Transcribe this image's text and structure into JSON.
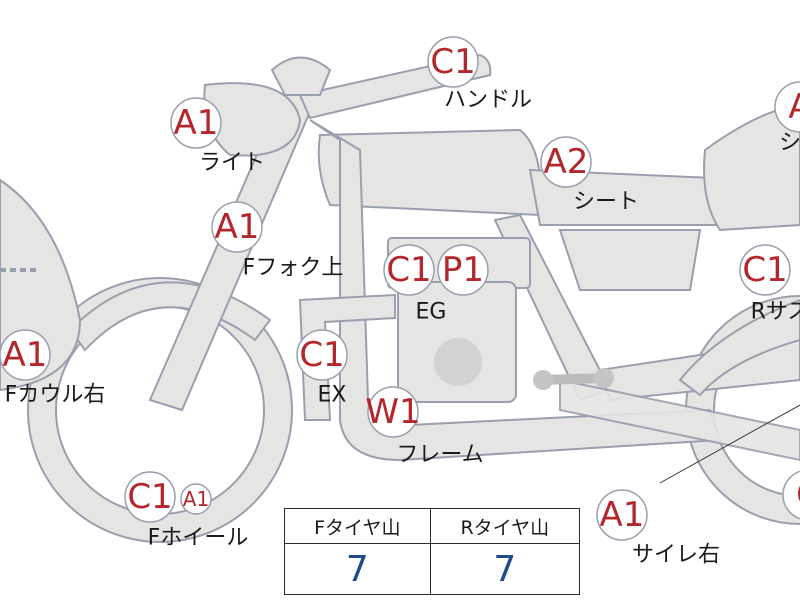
{
  "markers": [
    {
      "id": "handle",
      "code": "C1",
      "label": "ハンドル"
    },
    {
      "id": "light",
      "code": "A1",
      "label": "ライト"
    },
    {
      "id": "seat",
      "code": "A2",
      "label": "シート"
    },
    {
      "id": "f-fork-upper",
      "code": "A1",
      "label": "Fフォク上"
    },
    {
      "id": "eg",
      "code": "C1",
      "code2": "P1",
      "label": "EG"
    },
    {
      "id": "r-suspension",
      "code": "C1",
      "label": "Rサス"
    },
    {
      "id": "f-cowl-right",
      "code": "A1",
      "label": "Fカウル右"
    },
    {
      "id": "ex",
      "code": "C1",
      "label": "EX"
    },
    {
      "id": "frame",
      "code": "W1",
      "label": "フレーム"
    },
    {
      "id": "f-wheel",
      "code": "C1",
      "code2": "A1",
      "label": "Fホイール"
    },
    {
      "id": "silencer-right",
      "code": "A1",
      "label": "サイレ右"
    },
    {
      "id": "tail-right",
      "code": "A",
      "label": "シ"
    },
    {
      "id": "r-wheel",
      "code": "C",
      "label": ""
    }
  ],
  "tread_table": {
    "headers": [
      "Fタイヤ山",
      "Rタイヤ山"
    ],
    "values": [
      "7",
      "7"
    ]
  },
  "colors": {
    "part_fill": "#e5e6e3",
    "part_stroke": "#9a9fae",
    "badge_text": "#b3262b",
    "value_text": "#1f4a8c"
  }
}
